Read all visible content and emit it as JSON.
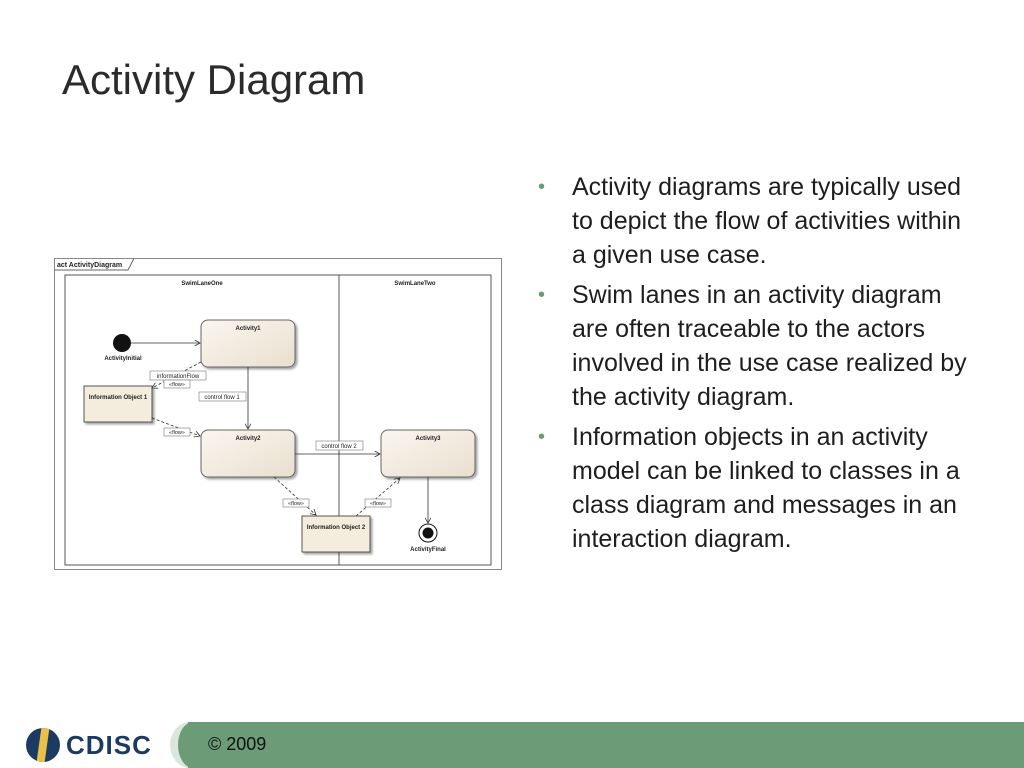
{
  "title": "Activity Diagram",
  "bullets": [
    "Activity diagrams are typically used to depict the flow of activities within a given use case.",
    "Swim lanes in an activity diagram are often traceable to the actors involved in the use case realized by the activity diagram.",
    "Information objects in an activity model can be linked to classes in a class diagram and messages in an interaction diagram."
  ],
  "diagram": {
    "frame_label": "act ActivityDiagram",
    "lane_one": "SwimLaneOne",
    "lane_two": "SwimLaneTwo",
    "initial_label": "ActivityInitial",
    "final_label": "ActivityFinal",
    "activity1": "Activity1",
    "activity2": "Activity2",
    "activity3": "Activity3",
    "info_object1": "Information Object 1",
    "info_object2": "Information Object 2",
    "information_flow": "informationFlow",
    "flow_stereotype": "«flow»",
    "control_flow1": "control flow 1",
    "control_flow2": "control flow 2"
  },
  "footer": {
    "logo_text": "CDISC",
    "copyright": "© 2009"
  },
  "colors": {
    "footer_band": "#6c9b78",
    "bullet_marker": "#6a9a7a",
    "activity_fill": "#f3ece1",
    "logo_blue": "#1b3b63"
  }
}
